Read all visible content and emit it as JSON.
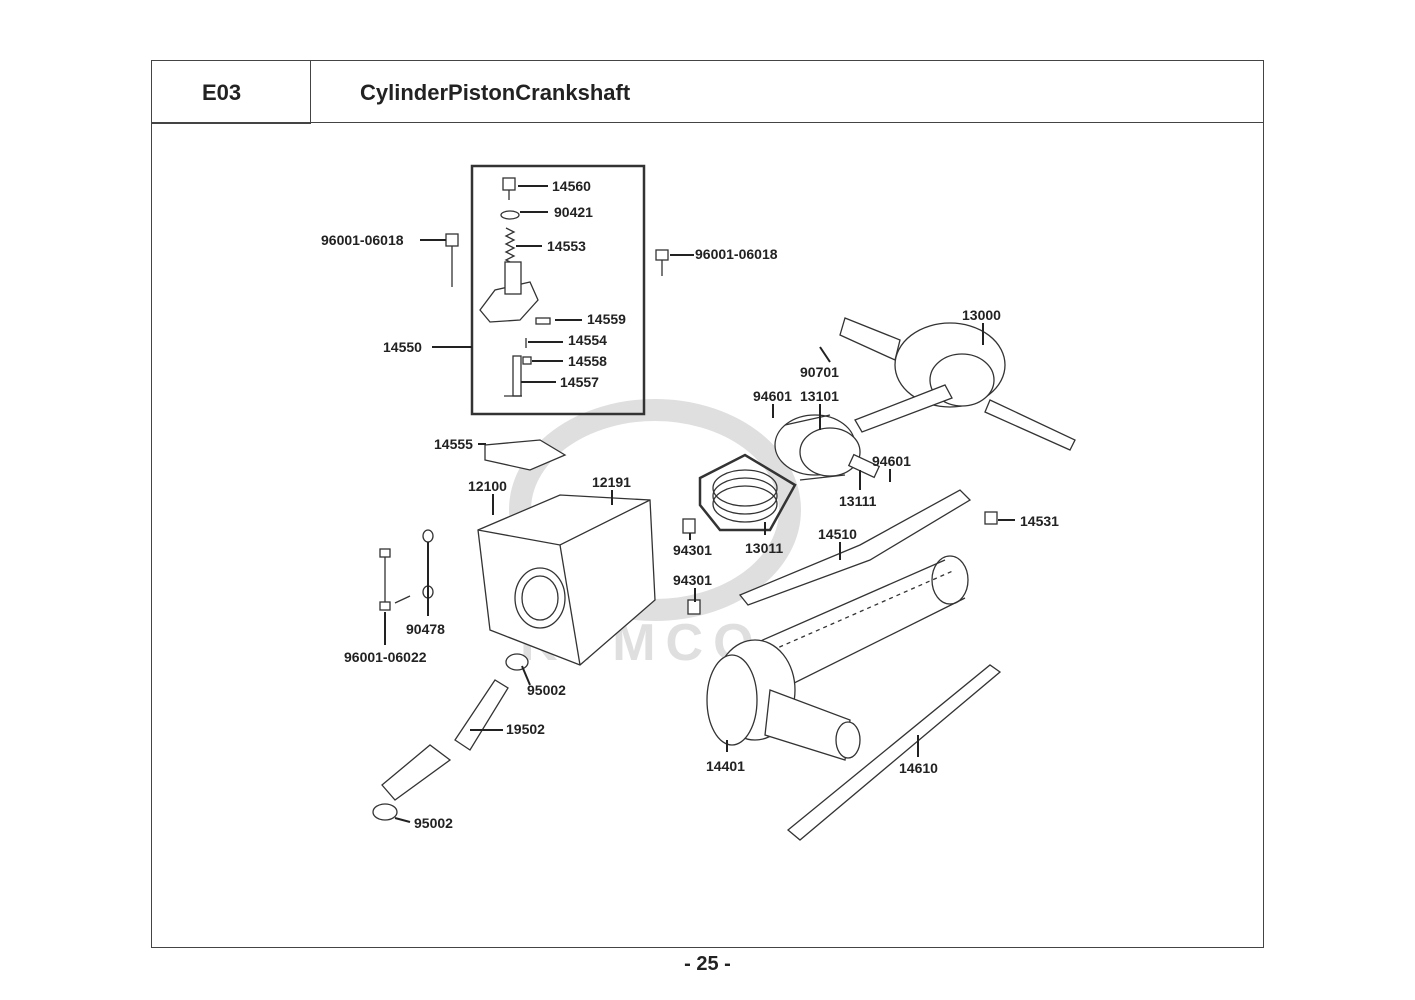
{
  "header": {
    "section_code": "E03",
    "section_title": "CylinderPistonCrankshaft"
  },
  "watermark": {
    "text": "KYMCO",
    "color": "#dcdcdc"
  },
  "parts": {
    "p14560": "14560",
    "p90421": "90421",
    "p14553": "14553",
    "p96001_06018_left": "96001-06018",
    "p96001_06018_right": "96001-06018",
    "p14559": "14559",
    "p14554": "14554",
    "p14550": "14550",
    "p14558": "14558",
    "p14557": "14557",
    "p13000": "13000",
    "p90701": "90701",
    "p94601_top": "94601",
    "p13101": "13101",
    "p14555": "14555",
    "p94601_right": "94601",
    "p12100": "12100",
    "p12191": "12191",
    "p13111": "13111",
    "p14531": "14531",
    "p14510": "14510",
    "p94301_top": "94301",
    "p13011": "13011",
    "p94301_bottom": "94301",
    "p90478": "90478",
    "p96001_06022": "96001-06022",
    "p95002_top": "95002",
    "p19502": "19502",
    "p14401": "14401",
    "p14610": "14610",
    "p95002_bottom": "95002"
  },
  "footer": {
    "page_number": "- 25 -"
  }
}
